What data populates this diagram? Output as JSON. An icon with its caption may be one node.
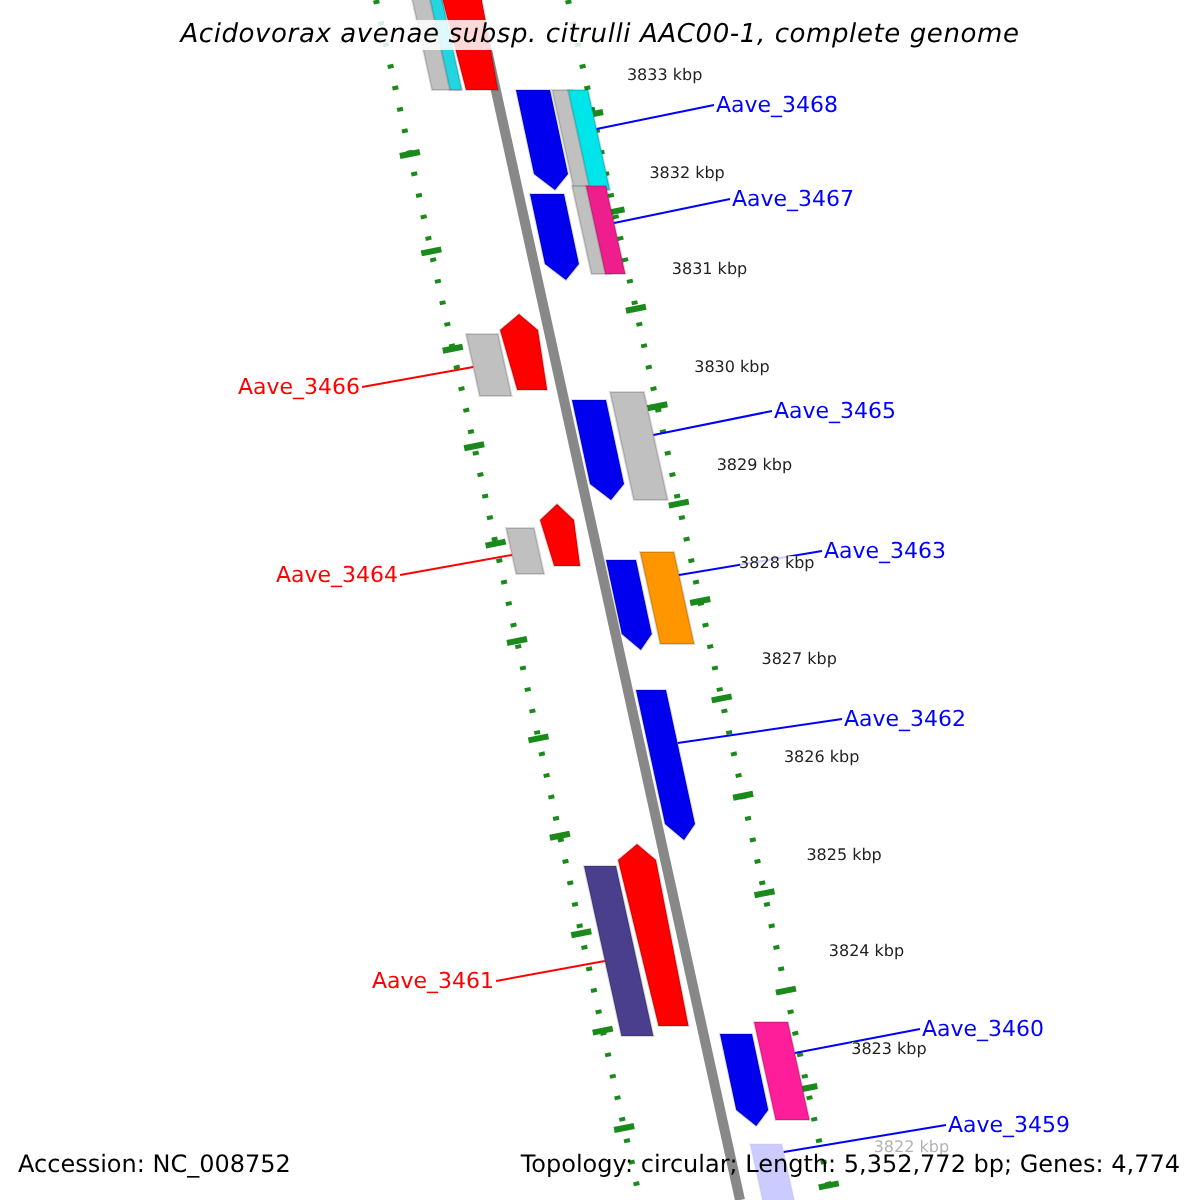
{
  "diagram": {
    "title": "Acidovorax avenae subsp. citrulli AAC00-1, complete genome",
    "nodes": [
      {
        "text": [
          "Aave_3468"
        ]
      },
      {
        "text": [
          "Aave_3467"
        ]
      },
      {
        "text": [
          "Aave_3466"
        ]
      },
      {
        "text": [
          "Aave_3465"
        ]
      },
      {
        "text": [
          "Aave_3464"
        ]
      },
      {
        "text": [
          "Aave_3463"
        ]
      },
      {
        "text": [
          "Aave_3462"
        ]
      },
      {
        "text": [
          "Aave_3461"
        ]
      },
      {
        "text": [
          "Aave_3460"
        ]
      },
      {
        "text": [
          "Aave_3459"
        ]
      },
      {
        "text": [],
        "shape": "bar"
      },
      {
        "text": [],
        "shape": "bar"
      },
      {
        "text": [],
        "shape": "bar"
      },
      {
        "text": [],
        "shape": "bar"
      },
      {
        "text": [],
        "shape": "bar"
      },
      {
        "text": [],
        "shape": "bar"
      },
      {
        "text": [],
        "shape": "bar"
      },
      {
        "text": [],
        "shape": "bar"
      },
      {
        "text": [],
        "shape": "bar"
      },
      {
        "text": [],
        "shape": "bar"
      }
    ],
    "edges": [
      {
        "from": 0,
        "to": 10,
        "arrow": "none"
      },
      {
        "from": 1,
        "to": 11,
        "arrow": "none"
      },
      {
        "from": 2,
        "to": 12,
        "arrow": "none",
        "color": "#ff0000"
      },
      {
        "from": 3,
        "to": 13,
        "arrow": "none"
      },
      {
        "from": 4,
        "to": 14,
        "arrow": "none",
        "color": "#ff0000"
      },
      {
        "from": 5,
        "to": 15,
        "arrow": "none"
      },
      {
        "from": 6,
        "to": 16,
        "arrow": "none"
      },
      {
        "from": 7,
        "to": 17,
        "arrow": "none",
        "color": "#ff0000"
      },
      {
        "from": 8,
        "to": 18,
        "arrow": "none"
      },
      {
        "from": 9,
        "to": 19,
        "arrow": "none"
      }
    ],
    "labels": [
      "3833 kbp",
      "3832 kbp",
      "3831 kbp",
      "3830 kbp",
      "3829 kbp",
      "3828 kbp",
      "3827 kbp",
      "3826 kbp",
      "3825 kbp",
      "3824 kbp",
      "3823 kbp",
      "3822 kbp",
      "Accession: NC_008752",
      "Topology: circular; Length: 5,352,772 bp; Genes: 4,774"
    ]
  }
}
